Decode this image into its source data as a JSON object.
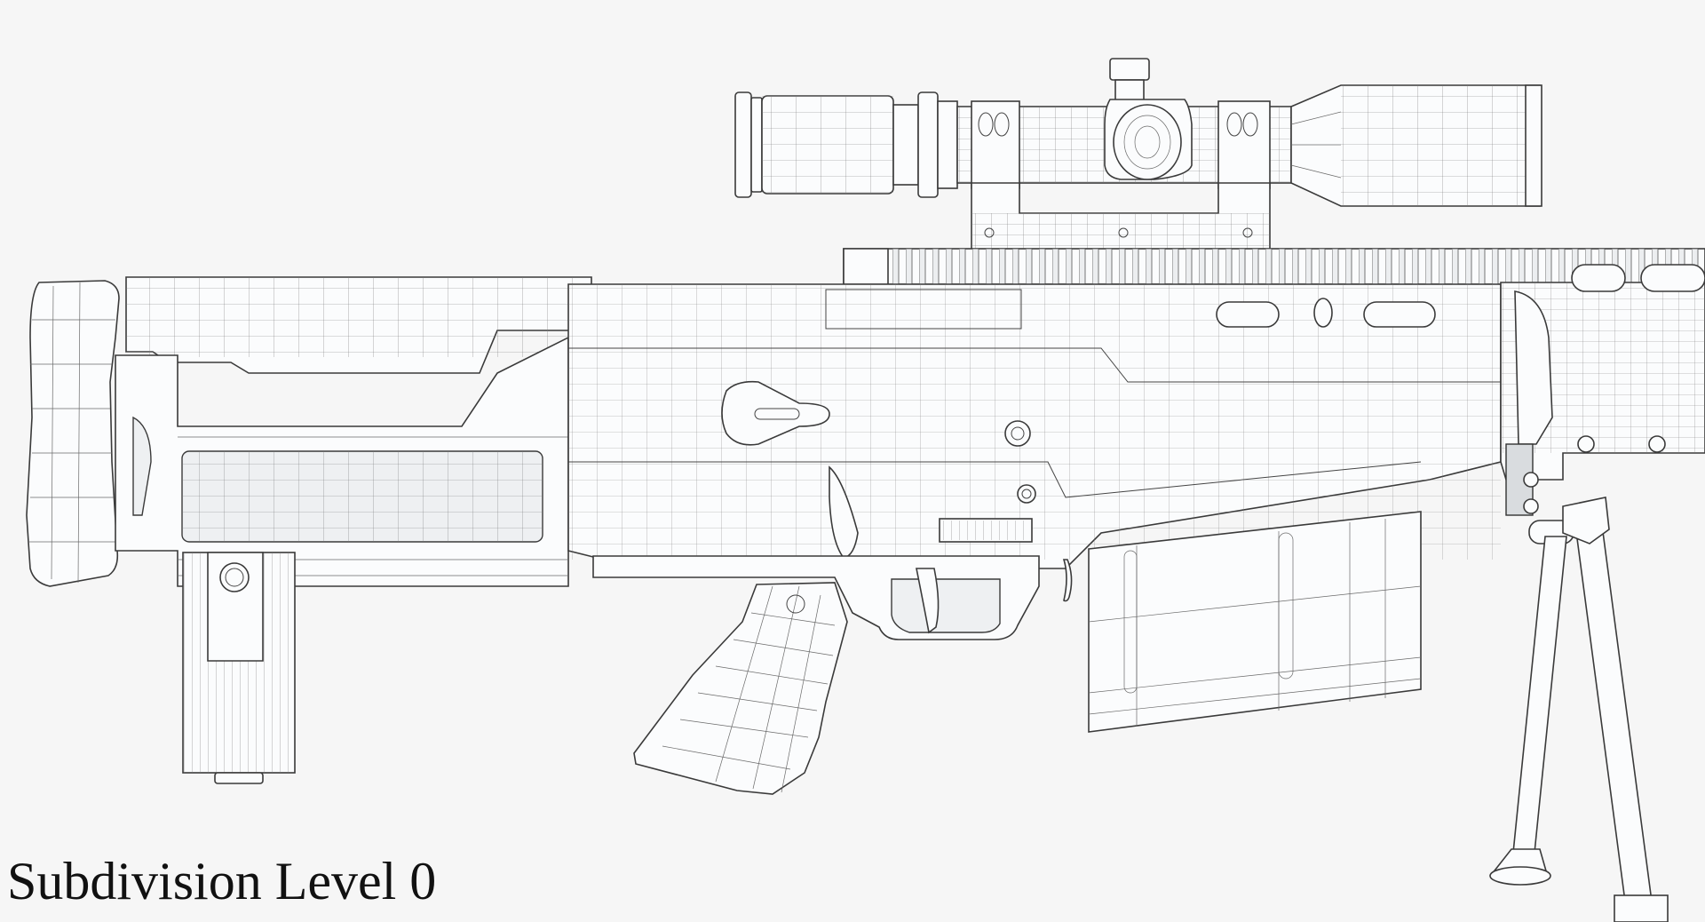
{
  "caption": {
    "text": "Subdivision Level 0",
    "color": "#111111"
  },
  "scene": {
    "background": "#f6f6f6",
    "subject": "sniper rifle wireframe render",
    "render_style": "wireframe over white shaded surface",
    "parts": [
      {
        "id": "scope",
        "label": "Scope"
      },
      {
        "id": "scope-mount",
        "label": "Scope mount"
      },
      {
        "id": "picatinny-rail",
        "label": "Picatinny rail"
      },
      {
        "id": "buttstock",
        "label": "Buttstock"
      },
      {
        "id": "butt-pad",
        "label": "Butt pad"
      },
      {
        "id": "monopod",
        "label": "Rear monopod"
      },
      {
        "id": "receiver",
        "label": "Receiver"
      },
      {
        "id": "pistol-grip",
        "label": "Pistol grip"
      },
      {
        "id": "trigger-guard",
        "label": "Trigger guard"
      },
      {
        "id": "magazine",
        "label": "Magazine"
      },
      {
        "id": "handguard",
        "label": "Handguard"
      },
      {
        "id": "bipod",
        "label": "Bipod"
      }
    ],
    "colors": {
      "surface": "#fbfcfd",
      "wire": "#3a3a3a",
      "wire_light": "#6a6a6a"
    }
  }
}
